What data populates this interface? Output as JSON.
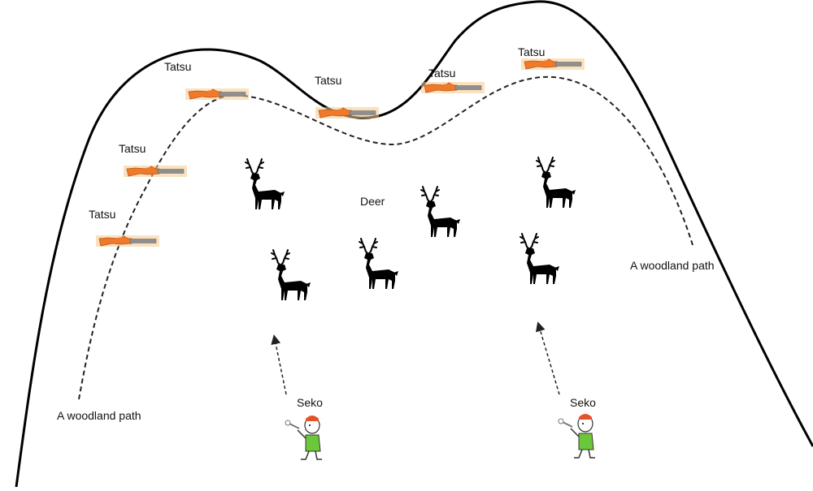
{
  "labels": {
    "tatsu": "Tatsu",
    "deer": "Deer",
    "seko": "Seko",
    "woodland_path": "A woodland path"
  },
  "colors": {
    "ridge_line": "#000000",
    "path_dash": "#222222",
    "rifle_body": "#f07a2a",
    "rifle_glow": "#f6c98a",
    "rifle_barrel": "#8f8f8f",
    "deer": "#000000",
    "beater_vest": "#6bc83a",
    "beater_cap": "#e2532a"
  },
  "icons": {
    "rifle": "rifle-icon",
    "deer": "deer-silhouette-icon",
    "beater": "beater-person-icon"
  }
}
